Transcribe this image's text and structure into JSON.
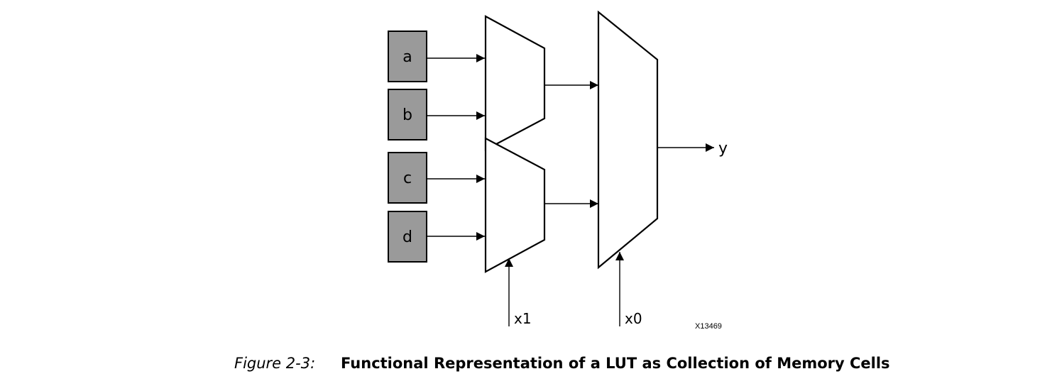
{
  "diagram": {
    "memory_cells": [
      "a",
      "b",
      "c",
      "d"
    ],
    "select_signals": [
      "x1",
      "x0"
    ],
    "output": "y",
    "figure_id": "X13469"
  },
  "caption": {
    "number": "Figure 2-3:",
    "title": "Functional Representation of a LUT as Collection of Memory Cells"
  }
}
